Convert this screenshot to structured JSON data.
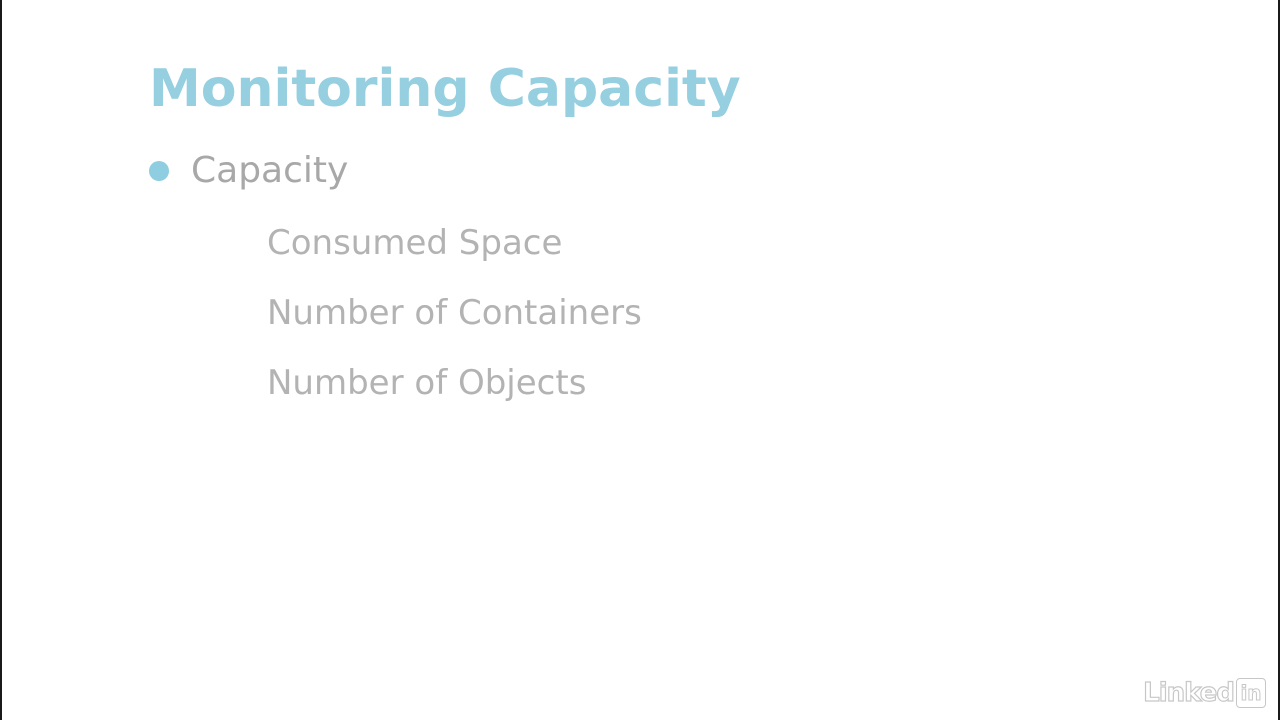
{
  "slide": {
    "title": "Monitoring Capacity",
    "bullet": {
      "label": "Capacity",
      "sub_items": [
        "Consumed Space",
        "Number of Containers",
        "Number of Objects"
      ]
    }
  },
  "watermark": {
    "brand_text": "Linked",
    "brand_box": "in"
  },
  "colors": {
    "title": "#95cfe0",
    "bullet_dot": "#8fcde0",
    "bullet_text": "#a8a8a8",
    "sub_text": "#b3b3b3"
  }
}
